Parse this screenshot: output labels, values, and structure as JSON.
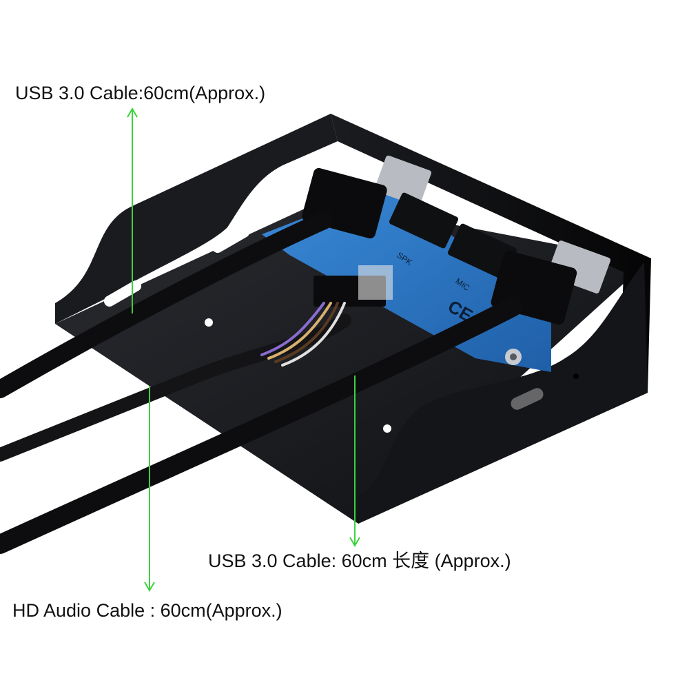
{
  "annotations": {
    "usb_cable_top": "USB 3.0 Cable:60cm(Approx.)",
    "usb_cable_bottom": "USB 3.0 Cable: 60cm 长度 (Approx.)",
    "audio_cable": "HD Audio Cable : 60cm(Approx.)"
  },
  "panel_labels": {
    "speaker_port": "SPK",
    "mic_port": "MIC",
    "ce_mark": "CE"
  },
  "colors": {
    "arrow": "#3cd23c",
    "bracket": "#16171a",
    "pcb": "#2c79c7",
    "cable": "#0d0d0f"
  }
}
